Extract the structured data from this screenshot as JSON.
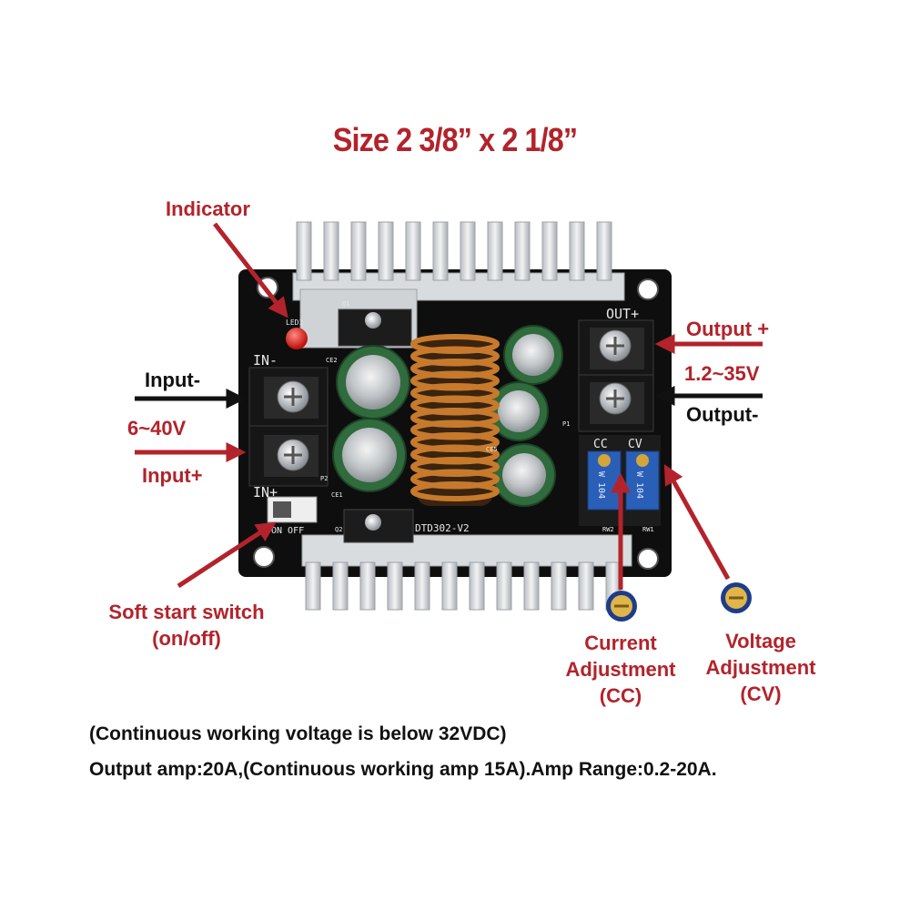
{
  "title": "Size 2 3/8” x 2 1/8”",
  "callouts": {
    "indicator": "Indicator",
    "input_minus": "Input-",
    "input_range": "6~40V",
    "input_plus": "Input+",
    "output_plus": "Output +",
    "output_range": "1.2~35V",
    "output_minus": "Output-",
    "soft_start_line1": "Soft start switch",
    "soft_start_line2": "(on/off)",
    "current_line1": "Current",
    "current_line2": "Adjustment",
    "current_line3": "(CC)",
    "voltage_line1": "Voltage",
    "voltage_line2": "Adjustment",
    "voltage_line3": "(CV)"
  },
  "silkscreen": {
    "out_plus": "OUT+",
    "in_minus": "IN-",
    "in_plus": "IN+",
    "on_off": "ON  OFF",
    "model": "DTD302-V2",
    "cc": "CC",
    "cv": "CV",
    "led1": "LED1",
    "ce1": "CE1",
    "ce2": "CE2",
    "ce5": "CE5",
    "q1": "Q1",
    "q2": "Q2",
    "p1": "P1",
    "p2": "P2",
    "rw1": "RW1",
    "rw2": "RW2",
    "pot_cv_code": "W 104",
    "pot_cc_code": "W 104"
  },
  "notes": {
    "line1": "(Continuous working voltage is below 32VDC)",
    "line2": "Output amp:20A,(Continuous working amp 15A).Amp Range:0.2-20A."
  },
  "colors": {
    "callout_red": "#b3232b",
    "pcb": "#0e0e0e",
    "heatsink": "#d9dcdf",
    "capacitor": "#2f6b3c",
    "copper_coil": "#c77a2c",
    "potentiometer": "#2a5fb8"
  }
}
